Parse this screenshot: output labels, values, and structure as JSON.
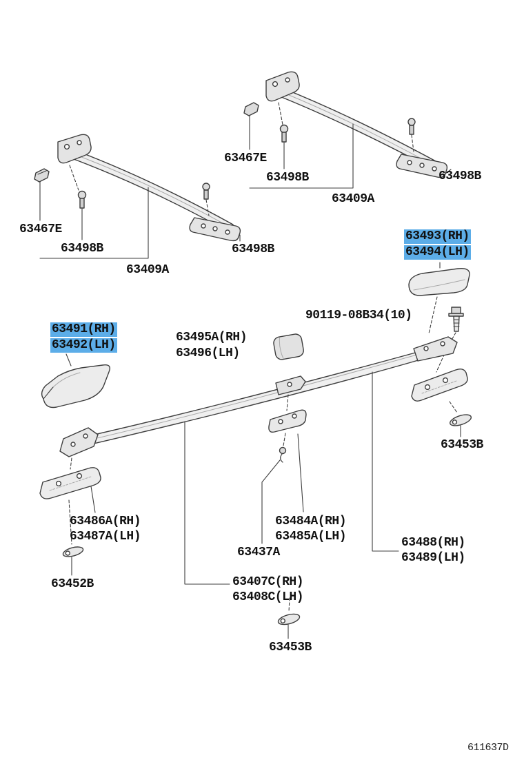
{
  "page": {
    "background": "#ffffff",
    "highlight_color": "#5cade8",
    "diagram_code": "611637D"
  },
  "labels": [
    {
      "name": "crossbar1-clip",
      "text": "63467E",
      "highlighted": false
    },
    {
      "name": "crossbar1-bolt",
      "text": "63498B",
      "highlighted": false
    },
    {
      "name": "crossbar1-bar",
      "text": "63409A",
      "highlighted": false
    },
    {
      "name": "crossbar1-bracket-bolt",
      "text": "63498B",
      "highlighted": false
    },
    {
      "name": "crossbar2-clip",
      "text": "63467E",
      "highlighted": false
    },
    {
      "name": "crossbar2-bolt",
      "text": "63498B",
      "highlighted": false
    },
    {
      "name": "crossbar2-bar",
      "text": "63409A",
      "highlighted": false
    },
    {
      "name": "crossbar2-bracket-bolt",
      "text": "63498B",
      "highlighted": false
    },
    {
      "name": "rear-cover-rh",
      "text": "63493(RH)",
      "highlighted": true
    },
    {
      "name": "rear-cover-lh",
      "text": "63494(LH)",
      "highlighted": true
    },
    {
      "name": "mounting-bolt",
      "text": "90119-08B34(10)",
      "highlighted": false
    },
    {
      "name": "front-cover-rh",
      "text": "63491(RH)",
      "highlighted": true
    },
    {
      "name": "front-cover-lh",
      "text": "63492(LH)",
      "highlighted": true
    },
    {
      "name": "pad-rh",
      "text": "63495A(RH)",
      "highlighted": false
    },
    {
      "name": "pad-lh",
      "text": "63496(LH)",
      "highlighted": false
    },
    {
      "name": "rear-link",
      "text": "63453B",
      "highlighted": false
    },
    {
      "name": "front-foot-rh",
      "text": "63486A(RH)",
      "highlighted": false
    },
    {
      "name": "front-foot-lh",
      "text": "63487A(LH)",
      "highlighted": false
    },
    {
      "name": "center-bracket-rh",
      "text": "63484A(RH)",
      "highlighted": false
    },
    {
      "name": "center-bracket-lh",
      "text": "63485A(LH)",
      "highlighted": false
    },
    {
      "name": "center-clip",
      "text": "63437A",
      "highlighted": false
    },
    {
      "name": "rear-foot-rh",
      "text": "63488(RH)",
      "highlighted": false
    },
    {
      "name": "rear-foot-lh",
      "text": "63489(LH)",
      "highlighted": false
    },
    {
      "name": "front-link",
      "text": "63452B",
      "highlighted": false
    },
    {
      "name": "roof-rail-rh",
      "text": "63407C(RH)",
      "highlighted": false
    },
    {
      "name": "roof-rail-lh",
      "text": "63408C(LH)",
      "highlighted": false
    },
    {
      "name": "bottom-link",
      "text": "63453B",
      "highlighted": false
    }
  ]
}
